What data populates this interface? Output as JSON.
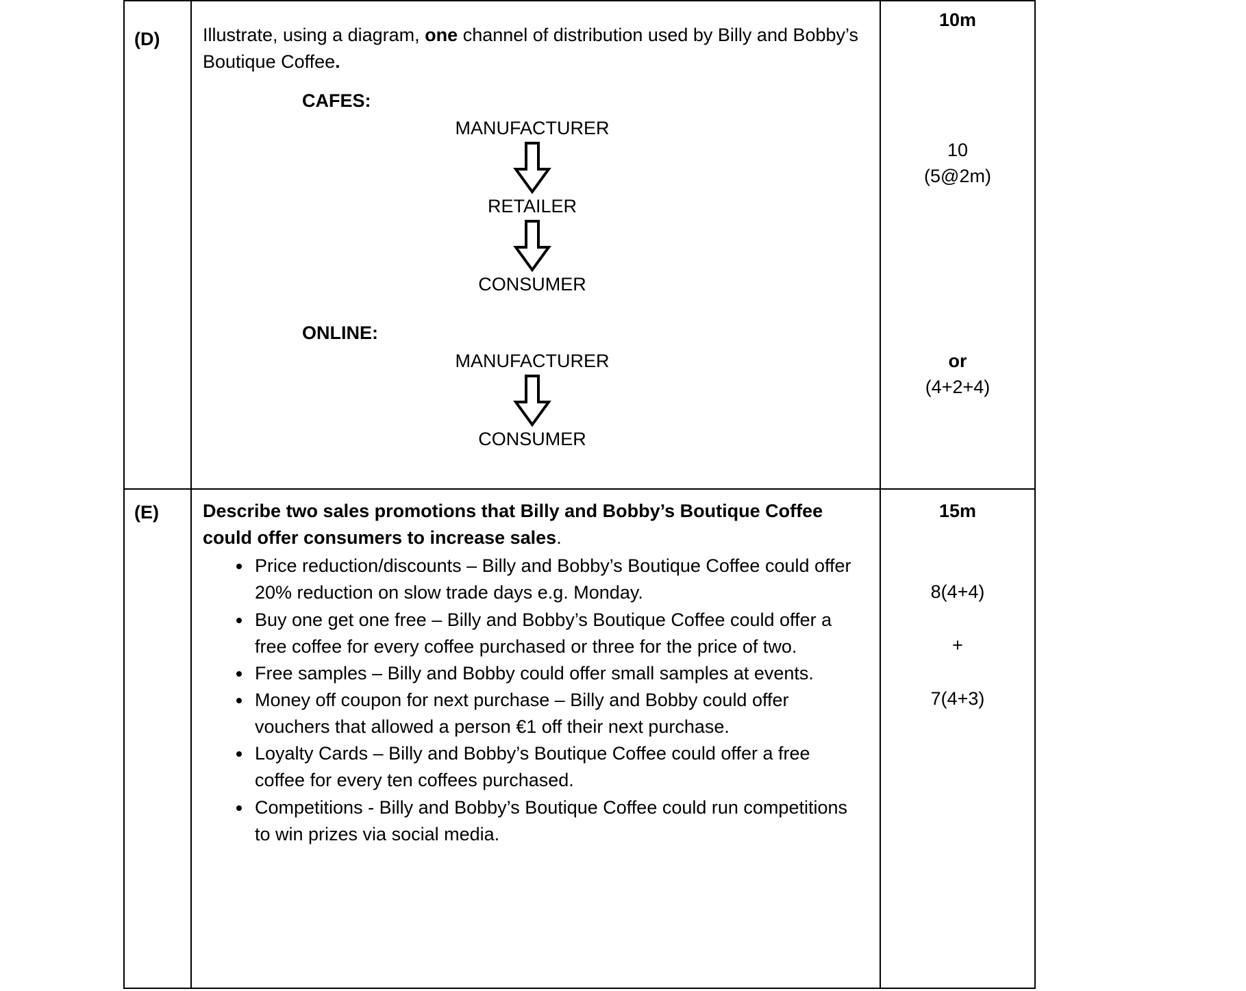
{
  "page": {
    "background_color": "#ffffff",
    "text_color": "#000000",
    "border_color": "#000000"
  },
  "icons": {
    "down_arrow": "down-arrow"
  },
  "row_d": {
    "label": "(D)",
    "question": {
      "part1": "Illustrate, using a diagram, ",
      "part2_bold": "one",
      "part3": " channel of distribution used by Billy and Bobby’s Boutique Coffee",
      "part4_bold": "."
    },
    "diagrams": [
      {
        "heading": "CAFES:",
        "nodes": [
          "MANUFACTURER",
          "RETAILER",
          "CONSUMER"
        ]
      },
      {
        "heading": "ONLINE:",
        "nodes": [
          "MANUFACTURER",
          "CONSUMER"
        ]
      }
    ],
    "marks": {
      "total": "10m",
      "detail_line1": "10",
      "detail_line2": "(5@2m)",
      "or_label": "or",
      "alt_detail": "(4+2+4)"
    }
  },
  "row_e": {
    "label": "(E)",
    "question_bold": "Describe two sales promotions that Billy and Bobby’s Boutique Coffee could offer consumers to increase sales",
    "question_end": ".",
    "bullets": [
      "Price reduction/discounts – Billy and Bobby’s Boutique Coffee could offer 20% reduction on slow trade days e.g.  Monday.",
      "Buy one get one free – Billy and Bobby’s Boutique Coffee could offer a free coffee for every coffee purchased or three for the price of two.",
      "Free samples – Billy and Bobby could offer small samples at events.",
      "Money off coupon for next purchase – Billy and Bobby could offer vouchers that allowed a person €1 off their next purchase.",
      "Loyalty Cards – Billy and Bobby’s Boutique Coffee could offer a free coffee for every ten coffees purchased.",
      "Competitions - Billy and Bobby’s Boutique Coffee could run competitions to win prizes via social media."
    ],
    "marks": {
      "total": "15m",
      "part1": "8(4+4)",
      "plus": "+",
      "part2": "7(4+3)"
    }
  }
}
